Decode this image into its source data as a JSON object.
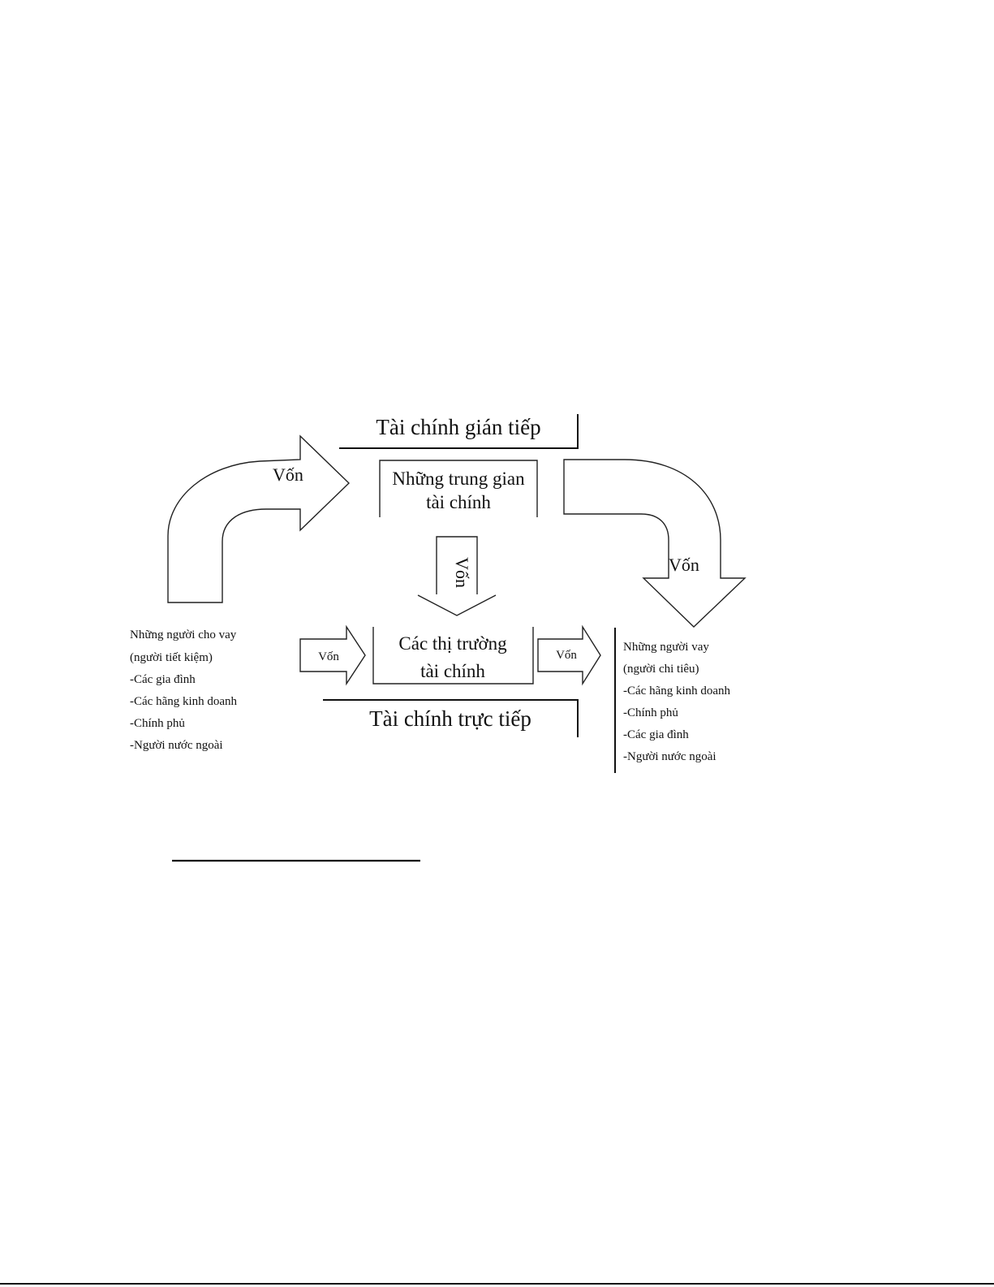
{
  "diagram": {
    "title_indirect": "Tài chính gián tiếp",
    "title_direct": "Tài chính trực tiếp",
    "intermediaries": [
      "Những trung gian",
      "tài chính"
    ],
    "markets": [
      "Các thị trường",
      "tài chính"
    ],
    "arrow_label": "Vốn",
    "lenders": {
      "title": "Những người cho vay",
      "subtitle": "(người tiết kiệm)",
      "items": [
        "-Các gia đình",
        "-Các hãng kinh doanh",
        "-Chính phủ",
        "-Người nước ngoài"
      ]
    },
    "borrowers": {
      "title": "Những người vay",
      "subtitle": "(người chi tiêu)",
      "items": [
        "-Các hãng kinh doanh",
        "-Chính phủ",
        "-Các gia đình",
        "-Người nước ngoài"
      ]
    }
  }
}
